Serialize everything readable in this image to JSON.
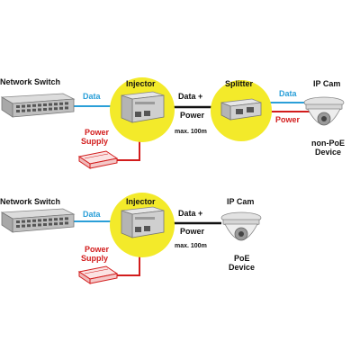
{
  "colors": {
    "data_line": "#2a9fd8",
    "power_line": "#d21c1c",
    "poe_line": "#111111",
    "highlight": "#f3ea2a",
    "label_data": "#2a9fd8",
    "label_power": "#d21c1c",
    "label_dark": "#111111"
  },
  "top": {
    "switch_label": "Network Switch",
    "data_label": "Data",
    "injector_label": "Injector",
    "power_supply_line1": "Power",
    "power_supply_line2": "Supply",
    "poe_line1": "Data +",
    "poe_line2": "Power",
    "distance": "max. 100m",
    "splitter_label": "Splitter",
    "data_out_label": "Data",
    "power_out_label": "Power",
    "camera_label": "IP Cam",
    "device_line1": "non-PoE",
    "device_line2": "Device"
  },
  "bottom": {
    "switch_label": "Network Switch",
    "data_label": "Data",
    "injector_label": "Injector",
    "power_supply_line1": "Power",
    "power_supply_line2": "Supply",
    "poe_line1": "Data +",
    "poe_line2": "Power",
    "distance": "max. 100m",
    "camera_label": "IP Cam",
    "device_line1": "PoE",
    "device_line2": "Device"
  }
}
